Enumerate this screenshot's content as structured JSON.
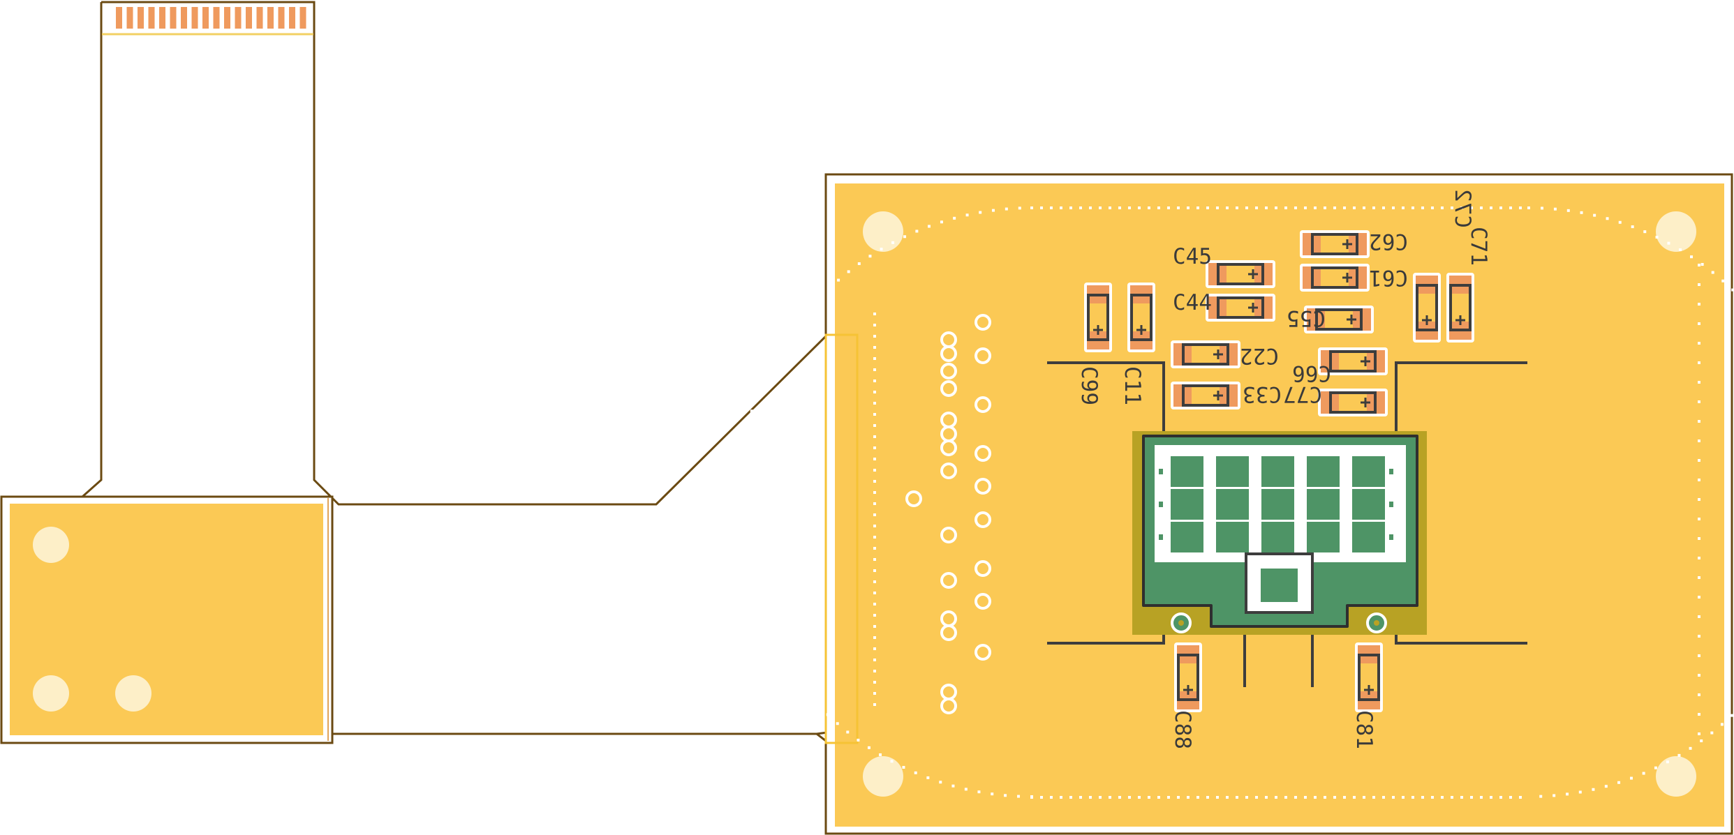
{
  "colors": {
    "background": "#ffffff",
    "board_outline": "#6b4a12",
    "copper_fill": "#fbc955",
    "copper_fill_edge": "#f4c150",
    "mounting_hole": "#fdefc8",
    "pad": "#ef9a5e",
    "pad_clearance": "#ffffff",
    "silkscreen": "#3d3d3d",
    "via_ring": "#ffffff",
    "sensor_green": "#4e9466",
    "sensor_olive": "#b8a224",
    "sensor_window": "#ffffff",
    "stiffener_outline": "#f6c335",
    "flex_edge": "#f2d063"
  },
  "components": {
    "capacitors": [
      {
        "ref": "C62"
      },
      {
        "ref": "C72"
      },
      {
        "ref": "C45"
      },
      {
        "ref": "C61"
      },
      {
        "ref": "C44"
      },
      {
        "ref": "C55"
      },
      {
        "ref": "C71"
      },
      {
        "ref": "C22"
      },
      {
        "ref": "C66"
      },
      {
        "ref": "C99"
      },
      {
        "ref": "C11"
      },
      {
        "ref": "C33"
      },
      {
        "ref": "C77"
      },
      {
        "ref": "C88"
      },
      {
        "ref": "C81"
      }
    ]
  },
  "features": {
    "connector_fingers": 18,
    "mounting_holes": 7,
    "sensor_pads": "5x3"
  }
}
